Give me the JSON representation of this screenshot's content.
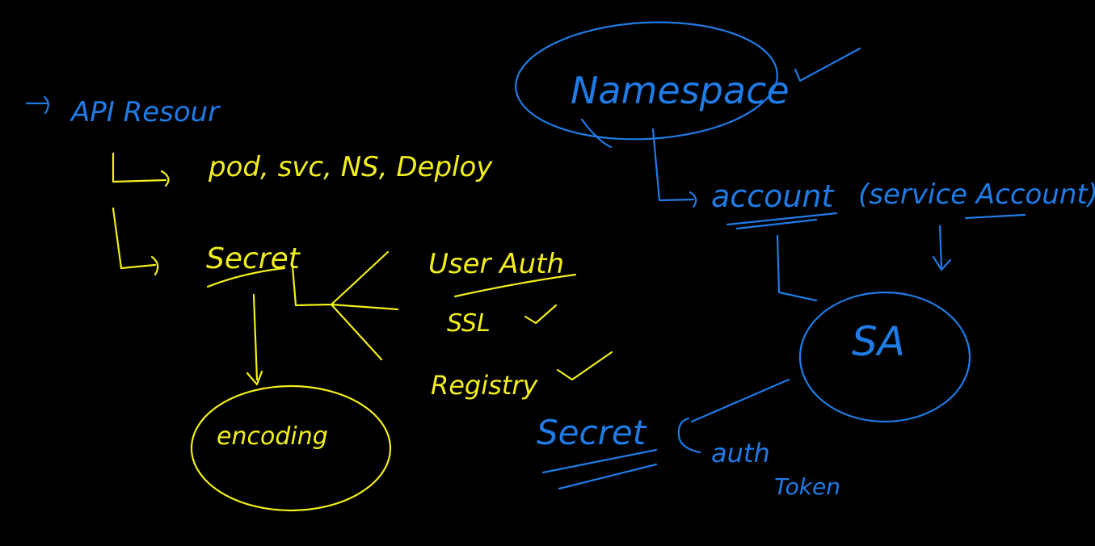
{
  "colors": {
    "background": "#000000",
    "blue_ink": "#1f7be6",
    "yellow_ink": "#f2ee1c"
  },
  "notes": {
    "api_resource": "API Resour",
    "resource_list": "pod, svc, NS, Deploy",
    "secret_left": "Secret",
    "user_auth": "User Auth",
    "ssl": "SSL",
    "registry": "Registry",
    "encoding": "encoding",
    "namespace": "Namespace",
    "account": "account",
    "service_account": "(service Account)",
    "sa": "SA",
    "secret_right": "Secret",
    "auth": "auth",
    "token": "Token"
  }
}
